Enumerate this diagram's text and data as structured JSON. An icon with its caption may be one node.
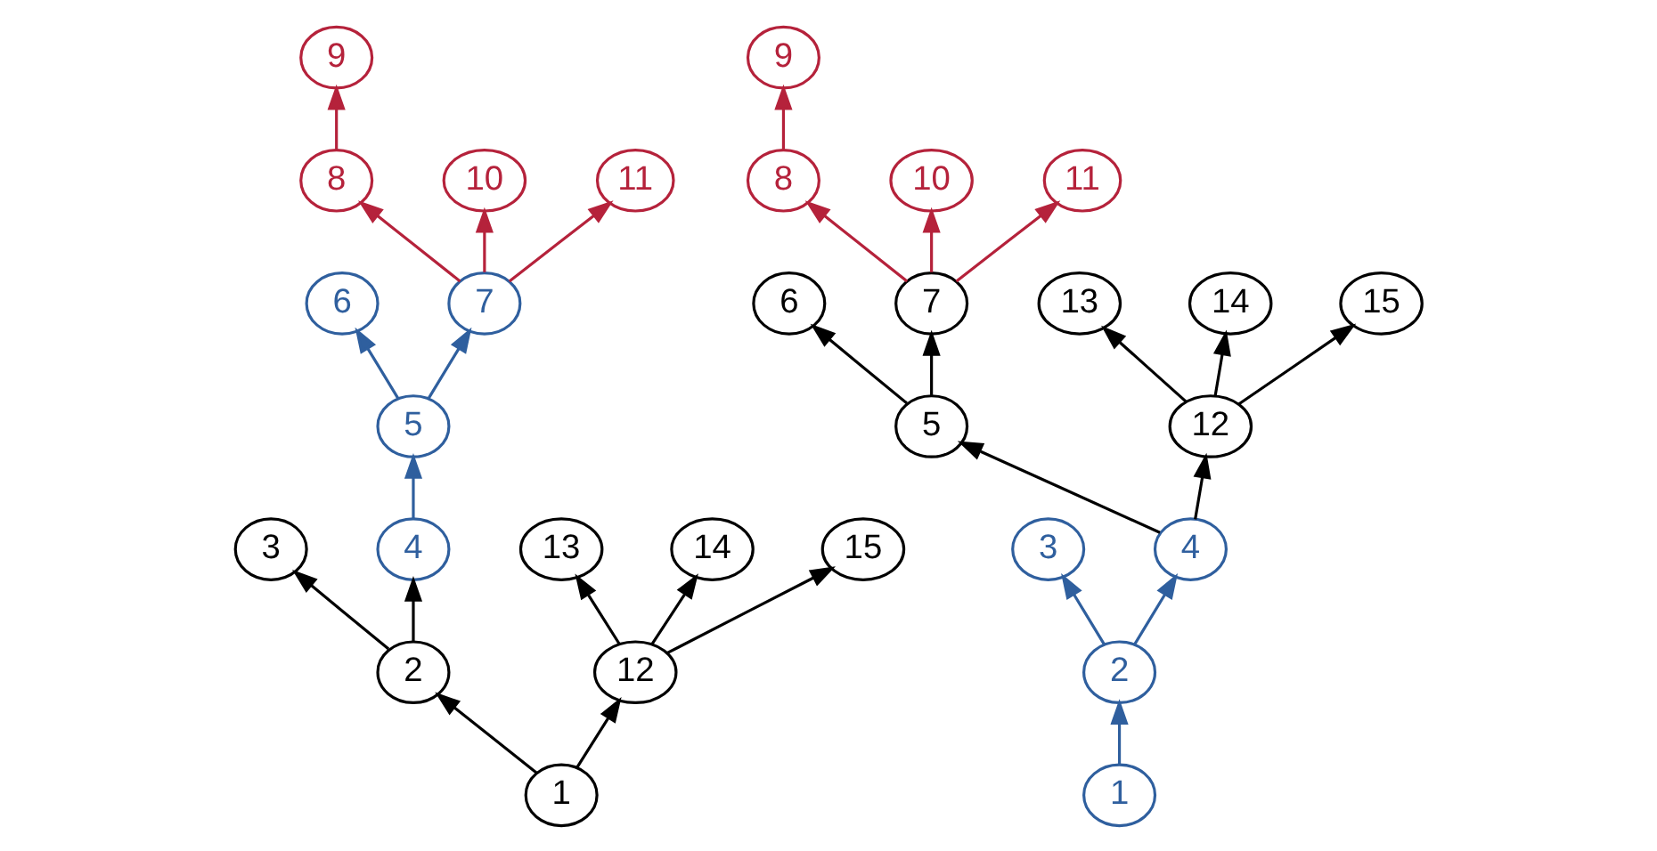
{
  "diagram": {
    "nodes": [
      {
        "text": [
          "1"
        ]
      },
      {
        "text": [
          "2"
        ]
      },
      {
        "text": [
          "3"
        ]
      },
      {
        "text": [
          "4"
        ]
      },
      {
        "text": [
          "5"
        ]
      },
      {
        "text": [
          "6"
        ]
      },
      {
        "text": [
          "7"
        ]
      },
      {
        "text": [
          "8"
        ]
      },
      {
        "text": [
          "9"
        ]
      },
      {
        "text": [
          "10"
        ]
      },
      {
        "text": [
          "11"
        ]
      },
      {
        "text": [
          "12"
        ]
      },
      {
        "text": [
          "13"
        ]
      },
      {
        "text": [
          "14"
        ]
      },
      {
        "text": [
          "15"
        ]
      },
      {
        "text": [
          "1"
        ]
      },
      {
        "text": [
          "2"
        ]
      },
      {
        "text": [
          "3"
        ]
      },
      {
        "text": [
          "4"
        ]
      },
      {
        "text": [
          "5"
        ]
      },
      {
        "text": [
          "6"
        ]
      },
      {
        "text": [
          "7"
        ]
      },
      {
        "text": [
          "8"
        ]
      },
      {
        "text": [
          "9"
        ]
      },
      {
        "text": [
          "10"
        ]
      },
      {
        "text": [
          "11"
        ]
      },
      {
        "text": [
          "12"
        ]
      },
      {
        "text": [
          "13"
        ]
      },
      {
        "text": [
          "14"
        ]
      },
      {
        "text": [
          "15"
        ]
      }
    ],
    "edges": [
      {
        "from": 0,
        "to": 1,
        "arrow": "to"
      },
      {
        "from": 0,
        "to": 11,
        "arrow": "to"
      },
      {
        "from": 1,
        "to": 2,
        "arrow": "to"
      },
      {
        "from": 1,
        "to": 3,
        "arrow": "to"
      },
      {
        "from": 3,
        "to": 4,
        "arrow": "to",
        "color": "#2f5f9e"
      },
      {
        "from": 4,
        "to": 5,
        "arrow": "to",
        "color": "#2f5f9e"
      },
      {
        "from": 4,
        "to": 6,
        "arrow": "to",
        "color": "#2f5f9e"
      },
      {
        "from": 6,
        "to": 7,
        "arrow": "to",
        "color": "#b5223b"
      },
      {
        "from": 6,
        "to": 9,
        "arrow": "to",
        "color": "#b5223b"
      },
      {
        "from": 6,
        "to": 10,
        "arrow": "to",
        "color": "#b5223b"
      },
      {
        "from": 7,
        "to": 8,
        "arrow": "to",
        "color": "#b5223b"
      },
      {
        "from": 11,
        "to": 12,
        "arrow": "to"
      },
      {
        "from": 11,
        "to": 13,
        "arrow": "to"
      },
      {
        "from": 11,
        "to": 14,
        "arrow": "to"
      },
      {
        "from": 15,
        "to": 16,
        "arrow": "to",
        "color": "#2f5f9e"
      },
      {
        "from": 16,
        "to": 17,
        "arrow": "to",
        "color": "#2f5f9e"
      },
      {
        "from": 16,
        "to": 18,
        "arrow": "to",
        "color": "#2f5f9e"
      },
      {
        "from": 18,
        "to": 19,
        "arrow": "to"
      },
      {
        "from": 18,
        "to": 26,
        "arrow": "to"
      },
      {
        "from": 19,
        "to": 20,
        "arrow": "to"
      },
      {
        "from": 19,
        "to": 21,
        "arrow": "to"
      },
      {
        "from": 21,
        "to": 22,
        "arrow": "to",
        "color": "#b5223b"
      },
      {
        "from": 21,
        "to": 24,
        "arrow": "to",
        "color": "#b5223b"
      },
      {
        "from": 21,
        "to": 25,
        "arrow": "to",
        "color": "#b5223b"
      },
      {
        "from": 22,
        "to": 23,
        "arrow": "to",
        "color": "#b5223b"
      },
      {
        "from": 26,
        "to": 27,
        "arrow": "to"
      },
      {
        "from": 26,
        "to": 28,
        "arrow": "to"
      },
      {
        "from": 26,
        "to": 29,
        "arrow": "to"
      }
    ]
  }
}
